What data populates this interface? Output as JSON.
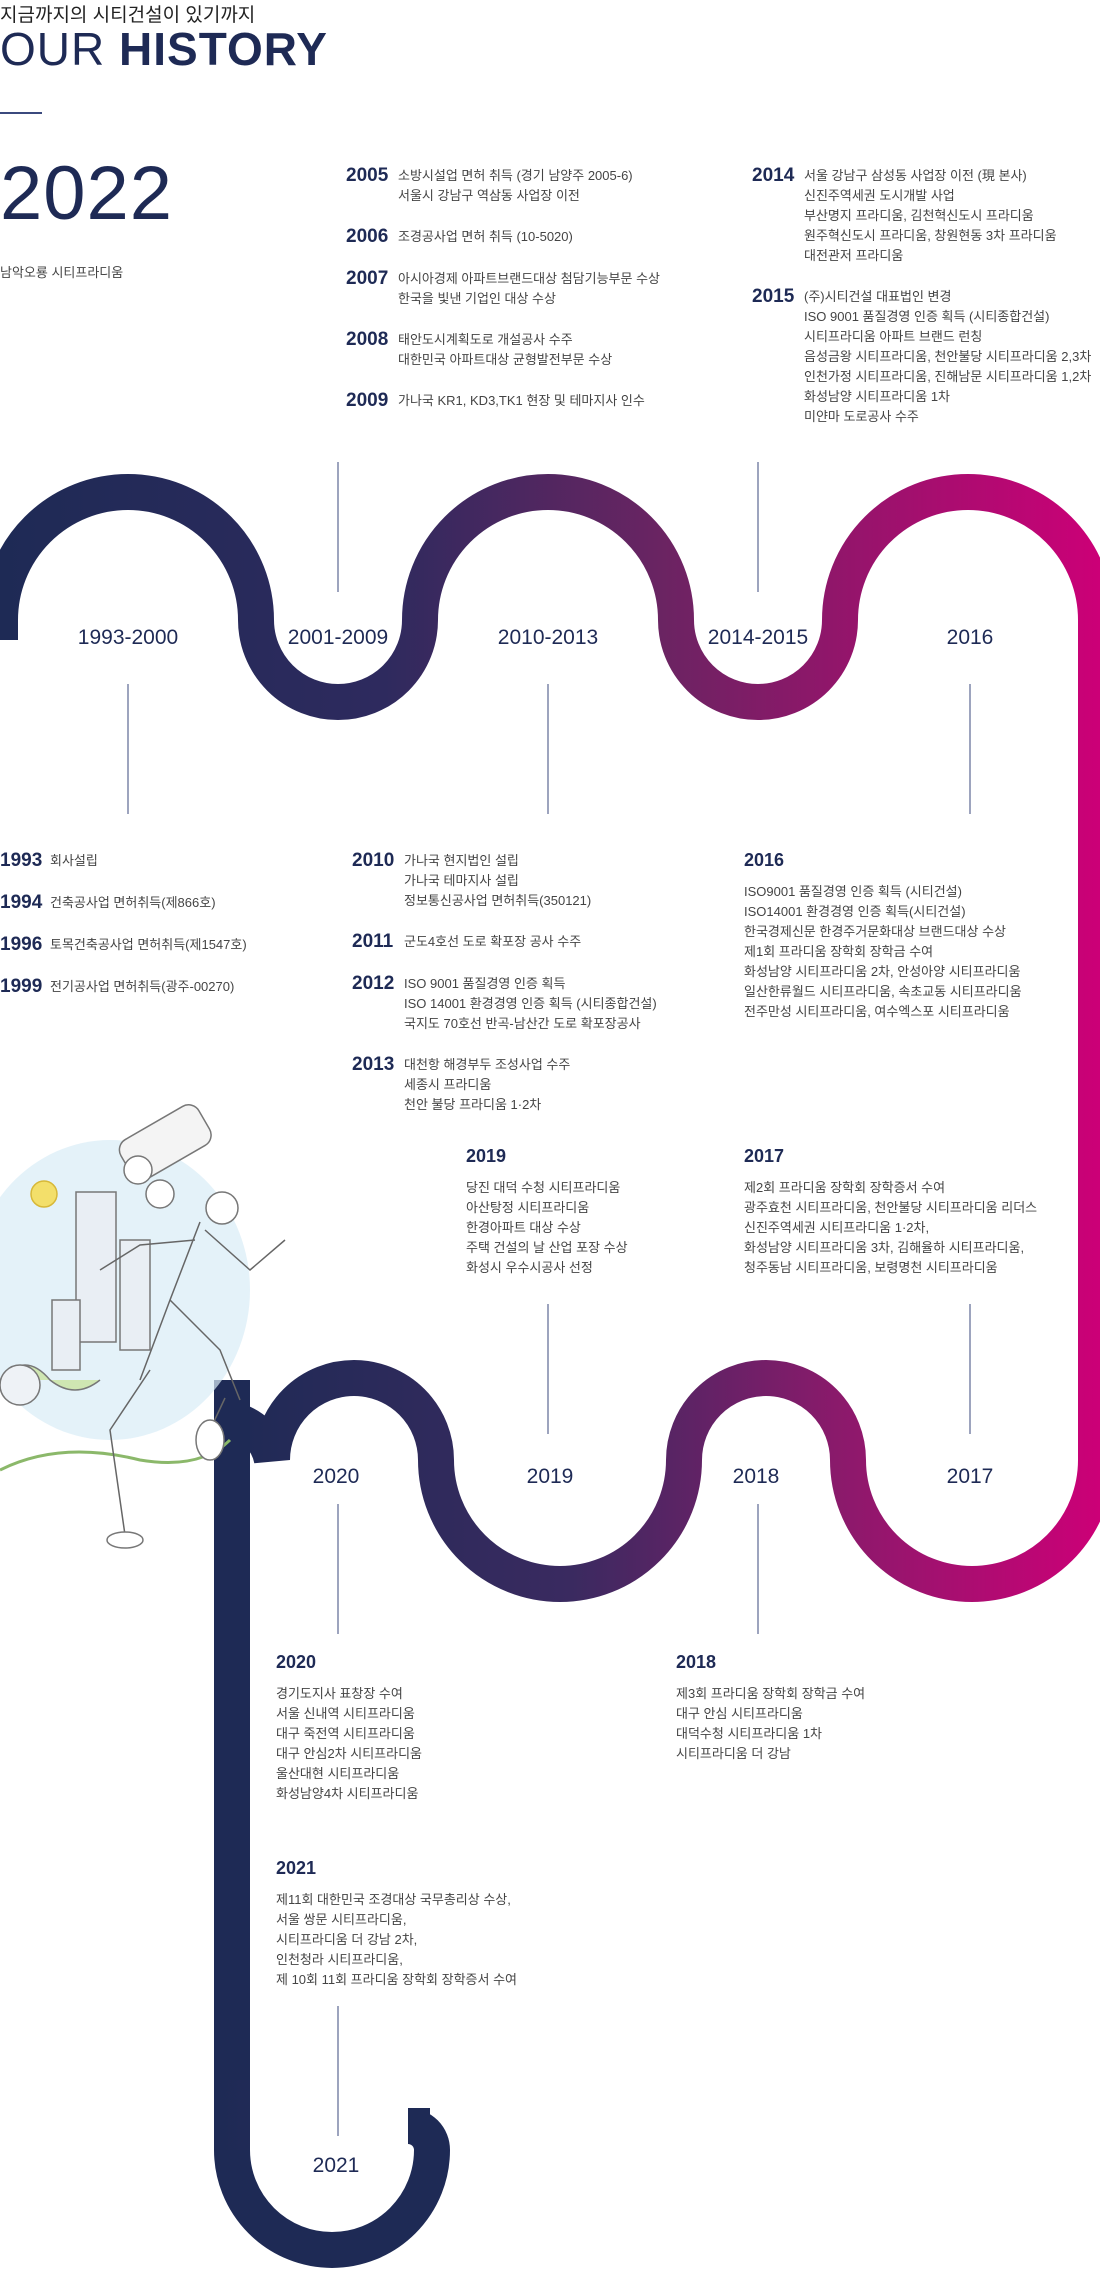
{
  "header": {
    "subtitle": "지금까지의 시티건설이 있기까지",
    "title_thin": "OUR",
    "title_bold": "HISTORY"
  },
  "current": {
    "year": "2022",
    "note": "남악오룡 시티프라디움"
  },
  "colors": {
    "navy": "#1e2a55",
    "magenta": "#c8007a",
    "connector": "#3b4a7e"
  },
  "labels": {
    "r1": [
      "1993-2000",
      "2001-2009",
      "2010-2013",
      "2014-2015",
      "2016"
    ],
    "r2": [
      "2020",
      "2019",
      "2018",
      "2017"
    ],
    "r3": [
      "2021"
    ]
  },
  "groups": {
    "g2005": [
      {
        "year": "2005",
        "lines": [
          "소방시설업 면허 취득 (경기 남양주 2005-6)",
          "서울시 강남구 역삼동 사업장 이전"
        ]
      },
      {
        "year": "2006",
        "lines": [
          "조경공사업 면허 취득 (10-5020)"
        ]
      },
      {
        "year": "2007",
        "lines": [
          "아시아경제 아파트브랜드대상 첨담기능부문 수상",
          "한국을 빛낸 기업인 대상 수상"
        ]
      },
      {
        "year": "2008",
        "lines": [
          "태안도시계획도로 개설공사 수주",
          "대한민국 아파트대상 균형발전부문 수상"
        ]
      },
      {
        "year": "2009",
        "lines": [
          "가나국 KR1, KD3,TK1 현장 및 테마지사 인수"
        ]
      }
    ],
    "g2014": [
      {
        "year": "2014",
        "lines": [
          "서울 강남구 삼성동 사업장 이전 (現 본사)",
          "신진주역세권 도시개발 사업",
          "부산명지 프라디움, 김천혁신도시 프라디움",
          "원주혁신도시 프라디움, 창원현동 3차 프라디움",
          "대전관저 프라디움"
        ]
      },
      {
        "year": "2015",
        "lines": [
          "(주)시티건설 대표법인 변경",
          "ISO 9001 품질경영 인증 획득 (시티종합건설)",
          "시티프라디움 아파트 브랜드 런칭",
          "음성금왕 시티프라디움, 천안불당 시티프라디움 2,3차",
          "인천가정 시티프라디움, 진해남문 시티프라디움 1,2차",
          "화성남양 시티프라디움 1차",
          "미얀마 도로공사 수주"
        ]
      }
    ],
    "g1993": [
      {
        "year": "1993",
        "lines": [
          "회사설립"
        ]
      },
      {
        "year": "1994",
        "lines": [
          "건축공사업 면허취득(제866호)"
        ]
      },
      {
        "year": "1996",
        "lines": [
          "토목건축공사업 면허취득(제1547호)"
        ]
      },
      {
        "year": "1999",
        "lines": [
          "전기공사업 면허취득(광주-00270)"
        ]
      }
    ],
    "g2010": [
      {
        "year": "2010",
        "lines": [
          "가나국 현지법인 설립",
          "가나국 테마지사 설립",
          "정보통신공사업 면허취득(350121)"
        ]
      },
      {
        "year": "2011",
        "lines": [
          "군도4호선 도로 확포장 공사 수주"
        ]
      },
      {
        "year": "2012",
        "lines": [
          "ISO 9001 품질경영 인증 획득",
          "ISO 14001 환경경영 인증 획득 (시티종합건설)",
          "국지도 70호선 반곡-남산간 도로 확포장공사"
        ]
      },
      {
        "year": "2013",
        "lines": [
          "대천항 해경부두 조성사업 수주",
          "세종시 프라디움",
          "천안 불당 프라디움 1·2차"
        ]
      }
    ]
  },
  "blocks": {
    "b2016": {
      "head": "2016",
      "lines": [
        "ISO9001 품질경영 인증 획득 (시티건설)",
        "ISO14001 환경경영 인증 획득(시티건설)",
        "한국경제신문 한경주거문화대상 브랜드대상 수상",
        "제1회 프라디움 장학회 장학금 수여",
        "화성남양 시티프라디움 2차, 안성아양 시티프라디움",
        "일산한류월드 시티프라디움, 속초교동 시티프라디움",
        "전주만성 시티프라디움, 여수엑스포 시티프라디움"
      ]
    },
    "b2019": {
      "head": "2019",
      "lines": [
        "당진 대덕 수청 시티프라디움",
        "아산탕정 시티프라디움",
        "한경아파트 대상 수상",
        "주택 건설의 날 산업 포장 수상",
        "화성시 우수시공사 선정"
      ]
    },
    "b2017": {
      "head": "2017",
      "lines": [
        "제2회 프라디움 장학회 장학증서 수여",
        "광주효천 시티프라디움, 천안불당 시티프라디움 리더스",
        "신진주역세권 시티프라디움 1·2차,",
        "화성남양 시티프라디움 3차, 김해율하 시티프라디움,",
        "청주동남 시티프라디움, 보령명천 시티프라디움"
      ]
    },
    "b2020": {
      "head": "2020",
      "lines": [
        "경기도지사 표창장 수여",
        "서울 신내역 시티프라디움",
        "대구 죽전역 시티프라디움",
        "대구 안심2차 시티프라디움",
        "울산대현 시티프라디움",
        "화성남양4차 시티프라디움"
      ]
    },
    "b2018": {
      "head": "2018",
      "lines": [
        "제3회 프라디움 장학회 장학금 수여",
        "대구 안심 시티프라디움",
        "대덕수청 시티프라디움 1차",
        "시티프라디움 더 강남"
      ]
    },
    "b2021": {
      "head": "2021",
      "lines": [
        "제11회 대한민국 조경대상 국무총리상 수상,",
        "서울 쌍문 시티프라디움,",
        "시티프라디움 더 강남 2차,",
        "인천청라 시티프라디움,",
        "제 10회 11회 프라디움 장학회 장학증서 수여"
      ]
    }
  }
}
